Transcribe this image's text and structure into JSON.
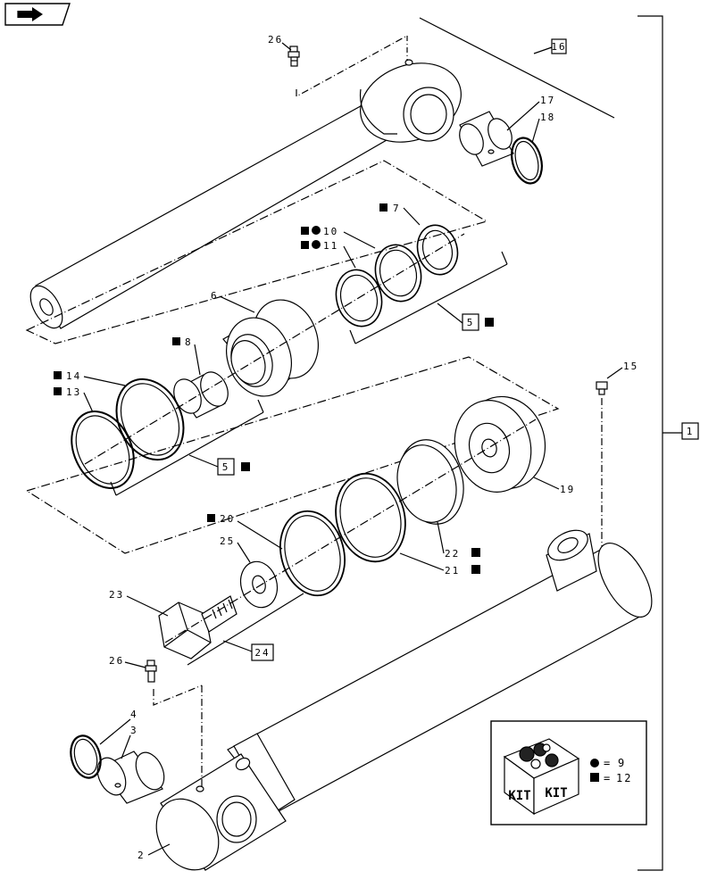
{
  "nav": {
    "icon": "forward-arrow-icon"
  },
  "assembly_label": "1",
  "callouts": {
    "c2": "2",
    "c3": "3",
    "c4": "4",
    "c5a": "5",
    "c5b": "5",
    "c6": "6",
    "c7": "7",
    "c8": "8",
    "c10": "10",
    "c11": "11",
    "c13": "13",
    "c14": "14",
    "c15": "15",
    "c16": "16",
    "c17": "17",
    "c18": "18",
    "c19": "19",
    "c20": "20",
    "c21": "21",
    "c22": "22",
    "c23": "23",
    "c24": "24",
    "c25": "25",
    "c26a": "26",
    "c26b": "26"
  },
  "kit": {
    "box_label_left": "KIT",
    "box_label_right": "KIT",
    "circle_eq": "=",
    "circle_num": "9",
    "square_eq": "=",
    "square_num": "12"
  }
}
